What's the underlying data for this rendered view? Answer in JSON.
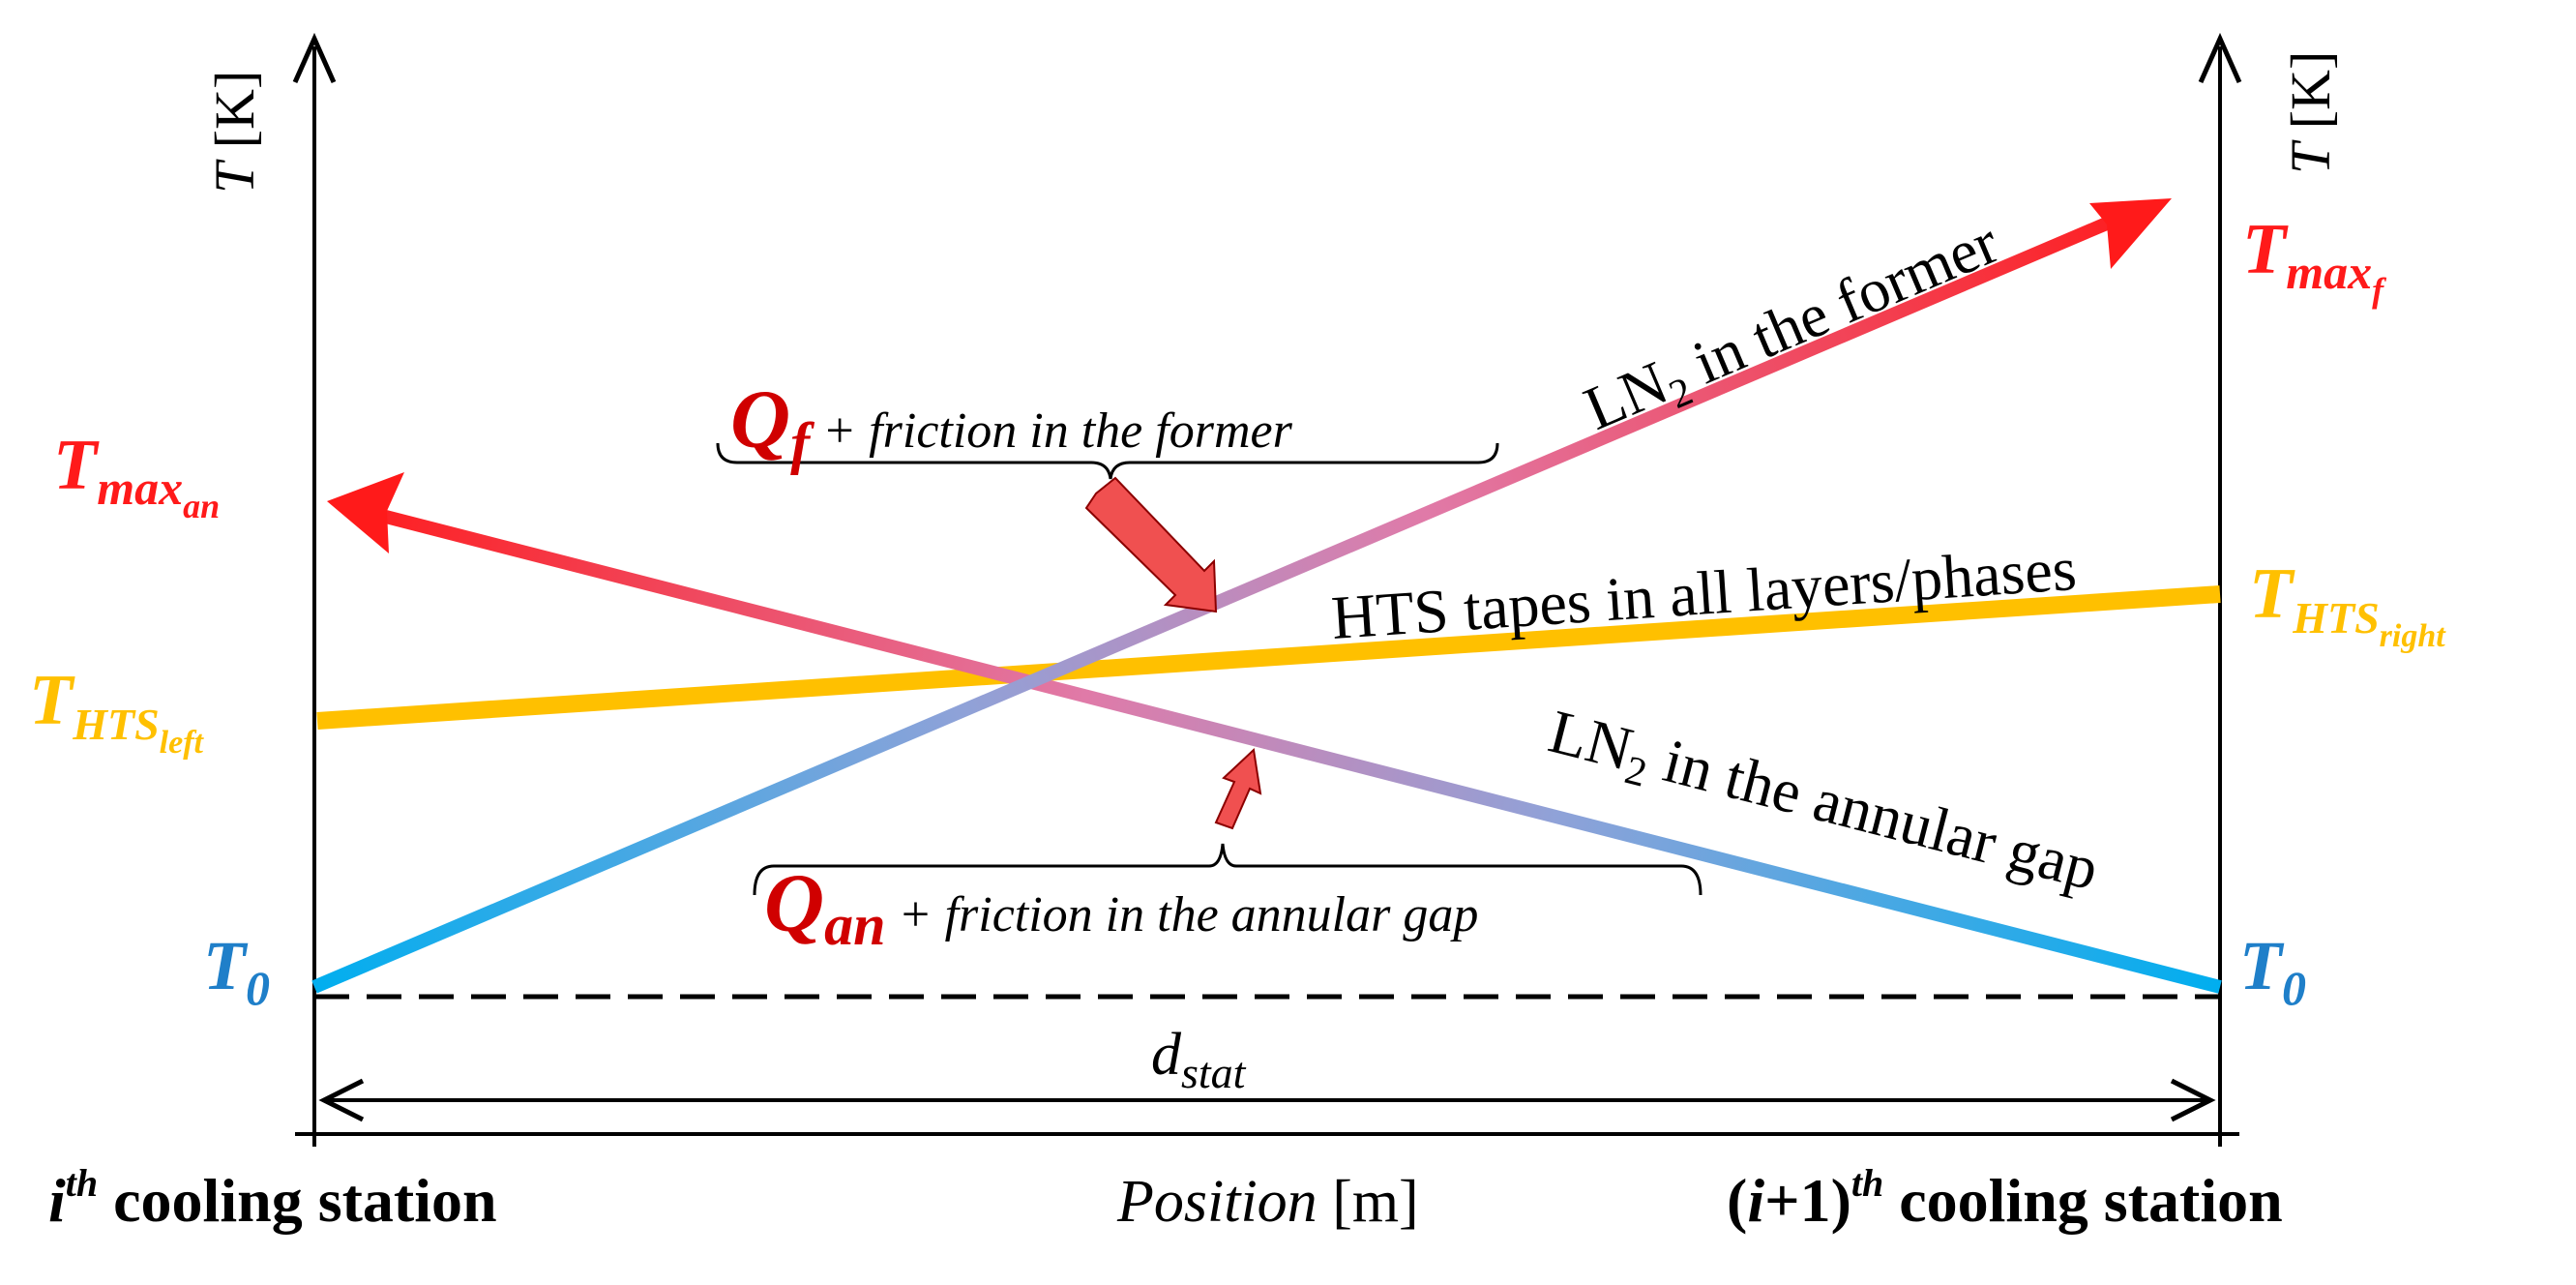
{
  "axes": {
    "y_label_var": "T",
    "y_label_unit": "[K]",
    "x_label_var": "Position",
    "x_label_unit": "[m]"
  },
  "stations": {
    "left_prefix": "i",
    "left_sup": "th",
    "left_suffix": " cooling station",
    "right_prefix_open": "(",
    "right_prefix_var": "i",
    "right_prefix_rest": "+1)",
    "right_sup": "th",
    "right_suffix": " cooling station"
  },
  "distance": {
    "main": "d",
    "sub": "stat"
  },
  "temperatures": {
    "t0": {
      "main": "T",
      "sub": "0"
    },
    "tmax_f": {
      "main": "T",
      "sub": "max",
      "subsub": "f"
    },
    "tmax_an": {
      "main": "T",
      "sub": "max",
      "subsub": "an"
    },
    "thts_left": {
      "main": "T",
      "sub": "HTS",
      "subsub": "left"
    },
    "thts_right": {
      "main": "T",
      "sub": "HTS",
      "subsub": "right"
    }
  },
  "lines": {
    "former": {
      "pre": "LN",
      "sub": "2",
      "post": " in the former"
    },
    "annular": {
      "pre": "LN",
      "sub": "2",
      "post": " in the annular gap"
    },
    "hts": "HTS tapes in all layers/phases"
  },
  "heat": {
    "former": {
      "q": "Q",
      "q_sub": "f",
      "text": " + friction in the former"
    },
    "annular": {
      "q": "Q",
      "q_sub": "an",
      "text": " + friction in the annular gap"
    }
  },
  "colors": {
    "cold": "#1aa8e6",
    "hot": "#ff1a1a",
    "hts": "#ffc000",
    "t0_label": "#1f7fc9",
    "heat_arrow": "#f05050",
    "axis": "#000000"
  }
}
